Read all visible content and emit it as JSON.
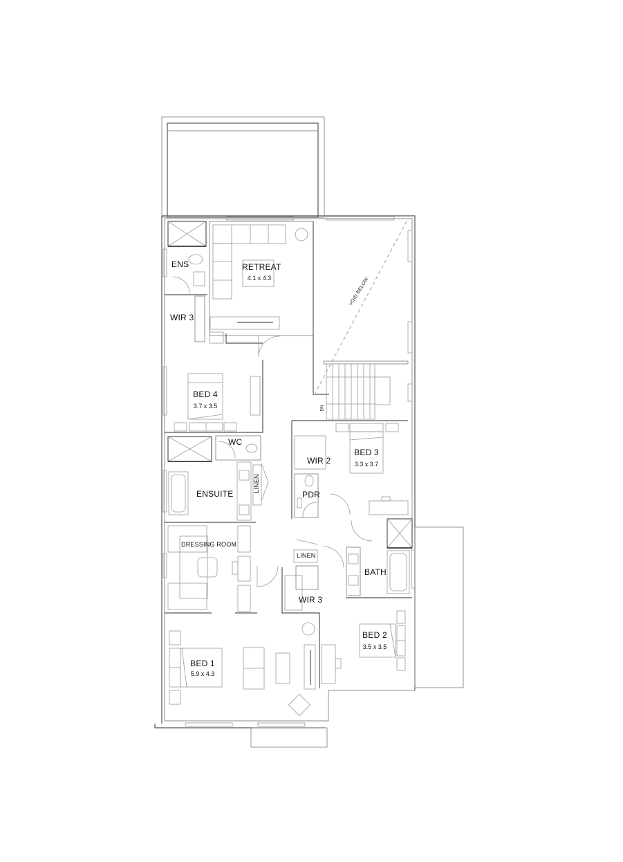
{
  "plan": {
    "type": "upper-floor-plan",
    "rooms": [
      {
        "id": "retreat",
        "label": "RETREAT",
        "dims": "4.1 x 4.3"
      },
      {
        "id": "ens",
        "label": "ENS"
      },
      {
        "id": "wir3-top",
        "label": "WIR 3"
      },
      {
        "id": "void",
        "label": "VOID BELOW"
      },
      {
        "id": "bed4",
        "label": "BED 4",
        "dims": "3.7 x 3.5"
      },
      {
        "id": "wc",
        "label": "WC"
      },
      {
        "id": "ensuite",
        "label": "ENSUITE"
      },
      {
        "id": "linen-ensuite",
        "label": "LINEN"
      },
      {
        "id": "wir2",
        "label": "WIR 2"
      },
      {
        "id": "bed3",
        "label": "BED 3",
        "dims": "3.3 x 3.7"
      },
      {
        "id": "pdr",
        "label": "PDR"
      },
      {
        "id": "dressing",
        "label": "DRESSING ROOM"
      },
      {
        "id": "linen-hall",
        "label": "LINEN"
      },
      {
        "id": "bath",
        "label": "BATH"
      },
      {
        "id": "wir3-bottom",
        "label": "WIR 3"
      },
      {
        "id": "bed2",
        "label": "BED 2",
        "dims": "3.5 x 3.5"
      },
      {
        "id": "bed1",
        "label": "BED 1",
        "dims": "5.9 x 4.3"
      }
    ],
    "stair": {
      "label": "DN"
    }
  }
}
